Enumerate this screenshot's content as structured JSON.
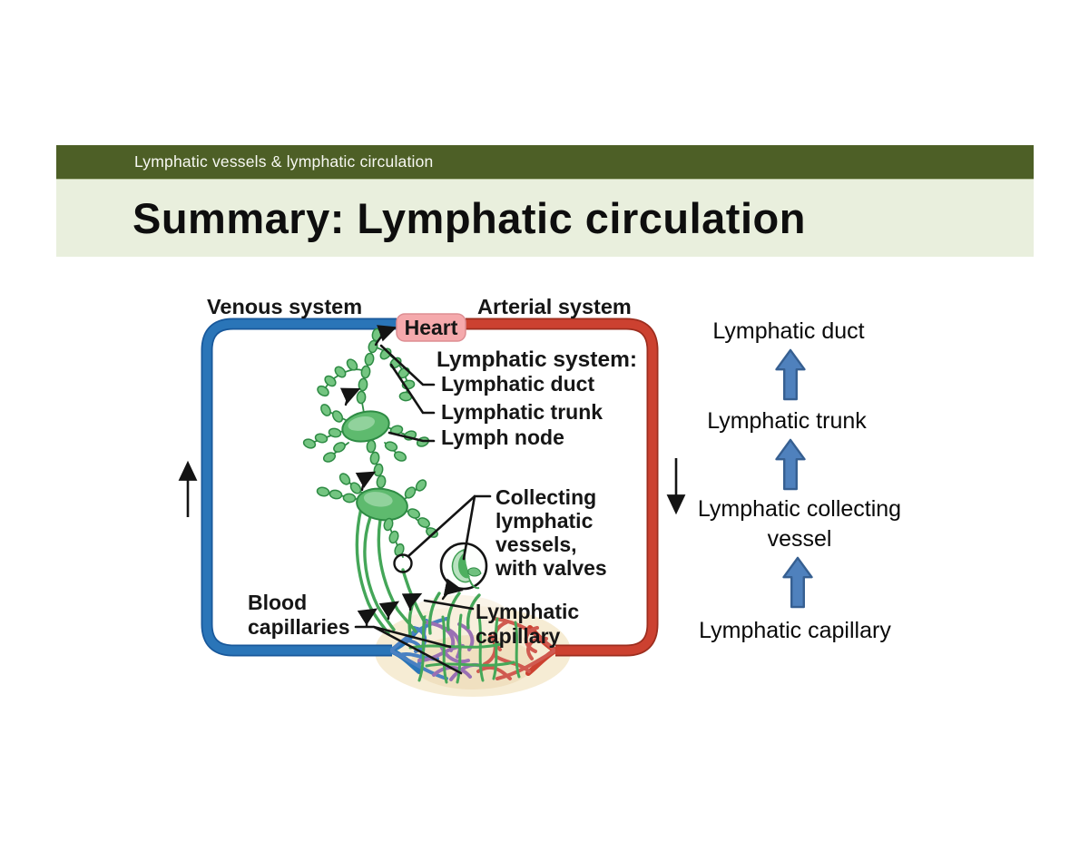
{
  "slide": {
    "header": "Lymphatic vessels & lymphatic circulation",
    "title": "Summary: Lymphatic circulation"
  },
  "diagram": {
    "venous_label": "Venous system",
    "arterial_label": "Arterial system",
    "heart_label": "Heart",
    "lymphatic_system_heading": "Lymphatic system:",
    "duct_label": "Lymphatic duct",
    "trunk_label": "Lymphatic trunk",
    "node_label": "Lymph node",
    "collecting_label": [
      "Collecting",
      "lymphatic",
      "vessels,",
      "with valves"
    ],
    "blood_capillaries_label": [
      "Blood",
      "capillaries"
    ],
    "lymph_capillary_label": [
      "Lymphatic",
      "capillary"
    ]
  },
  "flowchart": {
    "items": [
      {
        "label": "Lymphatic duct"
      },
      {
        "label": "Lymphatic trunk"
      },
      {
        "label": "Lymphatic collecting",
        "label2": "vessel"
      },
      {
        "label": "Lymphatic capillary"
      }
    ],
    "arrow_fill": "#4f81bd",
    "arrow_border": "#365f91"
  },
  "colors": {
    "header_bg": "#4d5f26",
    "title_bg": "#e9efdd",
    "venous_blue": "#2a75b8",
    "arterial_red": "#cc4130",
    "heart_pink": "#f5a9ac",
    "lymph_green": "#4daf5f",
    "capillary_purple": "#9a70b4",
    "mesh_halo": "#f6ecd4"
  }
}
